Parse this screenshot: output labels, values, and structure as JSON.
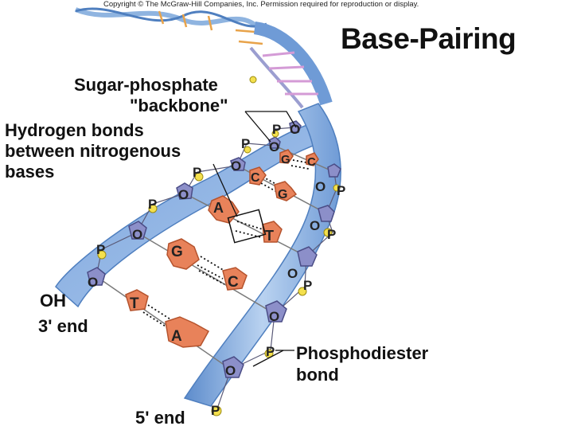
{
  "copyright": "Copyright © The McGraw-Hill Companies, Inc. Permission required for reproduction or display.",
  "title": "Base-Pairing",
  "labels": {
    "sugar_phosphate_line1": "Sugar-phosphate",
    "sugar_phosphate_line2": "\"backbone\"",
    "hydrogen_line1": "Hydrogen bonds",
    "hydrogen_line2": "between nitrogenous",
    "hydrogen_line3": "bases",
    "oh": "OH",
    "three_prime": "3' end",
    "five_prime": "5' end",
    "phosphodiester_line1": "Phosphodiester",
    "phosphodiester_line2": "bond"
  },
  "pairs": [
    {
      "left": "G",
      "right": "C"
    },
    {
      "left": "C",
      "right": "G"
    },
    {
      "left": "A",
      "right": "T"
    },
    {
      "left": "G",
      "right": "C"
    },
    {
      "left": "T",
      "right": "A"
    }
  ],
  "marks": {
    "phosphate": "P",
    "sugar_oxygen": "O"
  },
  "colors": {
    "backbone": "#8fb4e0",
    "backbone_edge": "#4f7fbf",
    "base": "#e8825a",
    "base_edge": "#b5532d",
    "phosphate": "#f4e04d",
    "sugar": "#8c8fc9"
  }
}
